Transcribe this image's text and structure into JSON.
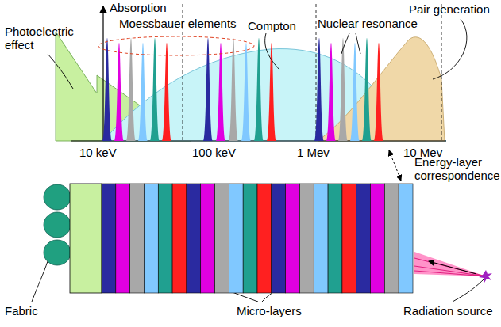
{
  "diagram": {
    "labels": [
      "Absorption",
      "Photoelectric effect",
      "Moessbauer elements",
      "Compton",
      "Nuclear resonance",
      "Pair generation",
      "10 keV",
      "100 keV",
      "1 Mev",
      "10 Mev",
      "Energy-layer correspondence",
      "Fabric",
      "Micro-layers",
      "Radiation source"
    ]
  }
}
